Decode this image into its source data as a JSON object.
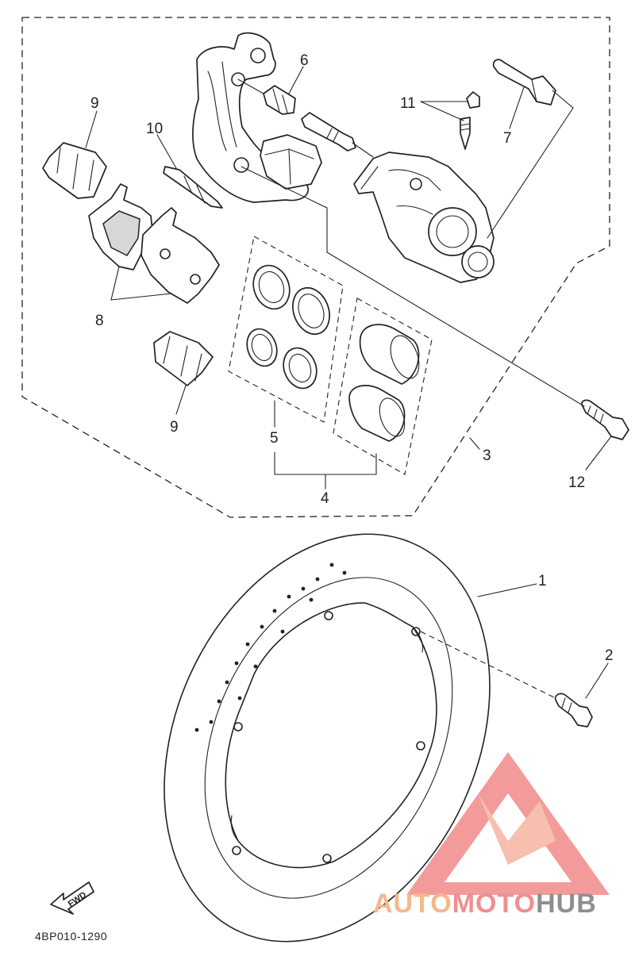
{
  "diagram": {
    "part_numbers": {
      "p1": "1",
      "p2": "2",
      "p3": "3",
      "p4": "4",
      "p5": "5",
      "p6": "6",
      "p7": "7",
      "p8": "8",
      "p9_top": "9",
      "p9_bottom": "9",
      "p10": "10",
      "p11": "11",
      "p12": "12"
    },
    "fwd_label": "FWD",
    "drawing_code": "4BP010-1290"
  },
  "watermark": {
    "word_part1": "AUTO",
    "word_part2": "MOTO",
    "word_part3": "HUB",
    "colors": {
      "auto": "#f4b88a",
      "moto": "#ef8f8f",
      "hub": "#8f8f8f",
      "logo_outer": "#f28a8a",
      "logo_inner": "#f6b4a0"
    }
  }
}
